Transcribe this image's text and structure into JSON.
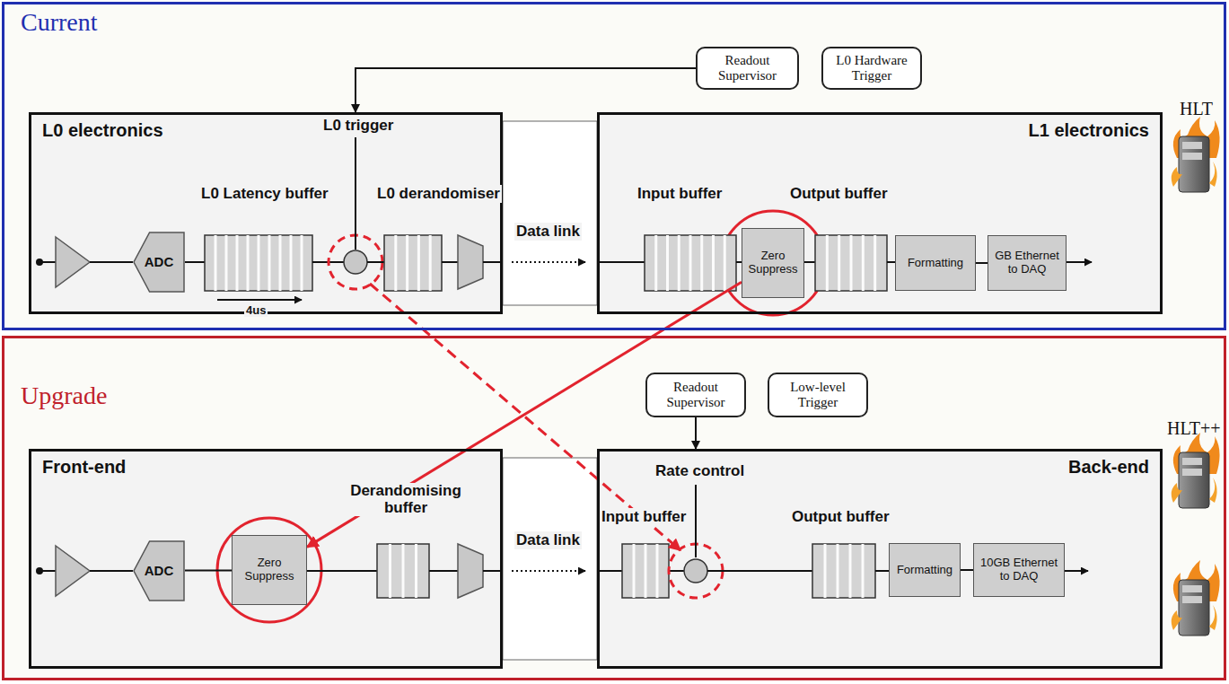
{
  "diagram": {
    "nodes": [
      {
        "text": [
          "Current"
        ]
      },
      {
        "text": [
          "Readout Supervisor"
        ],
        "in": 0
      },
      {
        "text": [
          "L0 Hardware Trigger"
        ],
        "in": 0
      },
      {
        "text": [
          "L0 electronics"
        ],
        "in": 0
      },
      {
        "text": [
          "ADC"
        ],
        "in": 3
      },
      {
        "text": [
          "L1 electronics"
        ],
        "in": 0
      },
      {
        "text": [
          "Zero Suppress"
        ],
        "in": 5
      },
      {
        "text": [
          "Formatting"
        ],
        "in": 5
      },
      {
        "text": [
          "GB Ethernet to DAQ"
        ],
        "in": 5
      },
      {
        "text": [
          "Upgrade"
        ]
      },
      {
        "text": [
          "Readout Supervisor"
        ],
        "in": 9
      },
      {
        "text": [
          "Low-level Trigger"
        ],
        "in": 9
      },
      {
        "text": [
          "Front-end"
        ],
        "in": 9
      },
      {
        "text": [
          "ADC"
        ],
        "in": 12
      },
      {
        "text": [
          "Zero Suppress"
        ],
        "in": 12
      },
      {
        "text": [
          "Back-end"
        ],
        "in": 9
      },
      {
        "text": [
          "Formatting"
        ],
        "in": 15
      },
      {
        "text": [
          "10GB Ethernet to DAQ"
        ],
        "in": 15
      }
    ],
    "edges": [
      {
        "from": 1,
        "to": 3,
        "arrow": "to"
      },
      {
        "from": 6,
        "to": 14,
        "arrow": "to"
      },
      {
        "from": 7,
        "to": 8,
        "arrow": "none"
      },
      {
        "from": 10,
        "to": 15,
        "arrow": "to"
      },
      {
        "from": 13,
        "to": 14,
        "arrow": "none"
      },
      {
        "from": 16,
        "to": 17,
        "arrow": "none"
      }
    ],
    "labels": [
      "L0 Latency buffer",
      "4us",
      "L0 trigger",
      "L0 derandomiser",
      "Data link",
      "Input buffer",
      "Output buffer",
      "HLT",
      "Derandomising buffer",
      "Data link",
      "Rate control",
      "Input buffer",
      "Output buffer",
      "HLT++"
    ]
  }
}
